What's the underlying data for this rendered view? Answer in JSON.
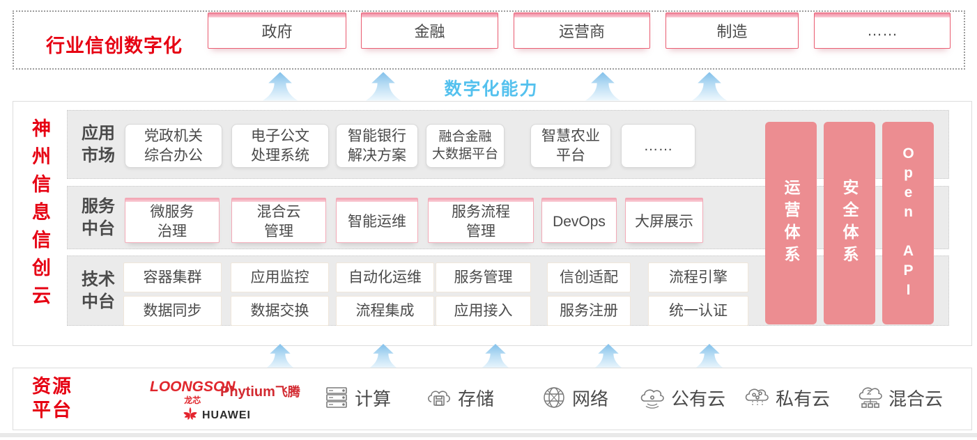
{
  "colors": {
    "accent_red": "#e60012",
    "pillar_pink": "#ec8d91",
    "card_pink_border": "#f2a9b6",
    "capability_blue": "#54c1ee",
    "strip_gray": "#ebebeb",
    "text_dark": "#4a4a4a"
  },
  "top_banner": {
    "title": "行业信创数字化",
    "industries": [
      "政府",
      "金融",
      "运营商",
      "制造",
      "……"
    ]
  },
  "capability_label": "数字化能力",
  "main": {
    "side_title": "神州信息信创云",
    "rows": [
      {
        "label": "应用\n市场",
        "cards": [
          "党政机关\n综合办公",
          "电子公文\n处理系统",
          "智能银行\n解决方案",
          "融合金融\n大数据平台",
          "智慧农业\n平台",
          "……"
        ]
      },
      {
        "label": "服务\n中台",
        "cards": [
          "微服务\n治理",
          "混合云\n管理",
          "智能运维",
          "服务流程\n管理",
          "DevOps",
          "大屏展示"
        ]
      },
      {
        "label": "技术\n中台",
        "cards_top": [
          "容器集群",
          "应用监控",
          "自动化运维",
          "服务管理",
          "信创适配",
          "流程引擎"
        ],
        "cards_bottom": [
          "数据同步",
          "数据交换",
          "流程集成",
          "应用接入",
          "服务注册",
          "统一认证"
        ]
      }
    ],
    "pillars": [
      "运营体系",
      "安全体系",
      "Open API"
    ]
  },
  "resources": {
    "label": "资源\n平台",
    "vendors": {
      "loongson_en": "LOONGSON",
      "loongson_cn": "龙芯",
      "phytium_en": "Phytium",
      "phytium_cn": "飞腾",
      "huawei": "HUAWEI"
    },
    "items": [
      {
        "icon": "compute-icon",
        "label": "计算"
      },
      {
        "icon": "storage-icon",
        "label": "存储"
      },
      {
        "icon": "network-icon",
        "label": "网络"
      },
      {
        "icon": "public-cloud-icon",
        "label": "公有云"
      },
      {
        "icon": "private-cloud-icon",
        "label": "私有云"
      },
      {
        "icon": "hybrid-cloud-icon",
        "label": "混合云"
      }
    ]
  }
}
